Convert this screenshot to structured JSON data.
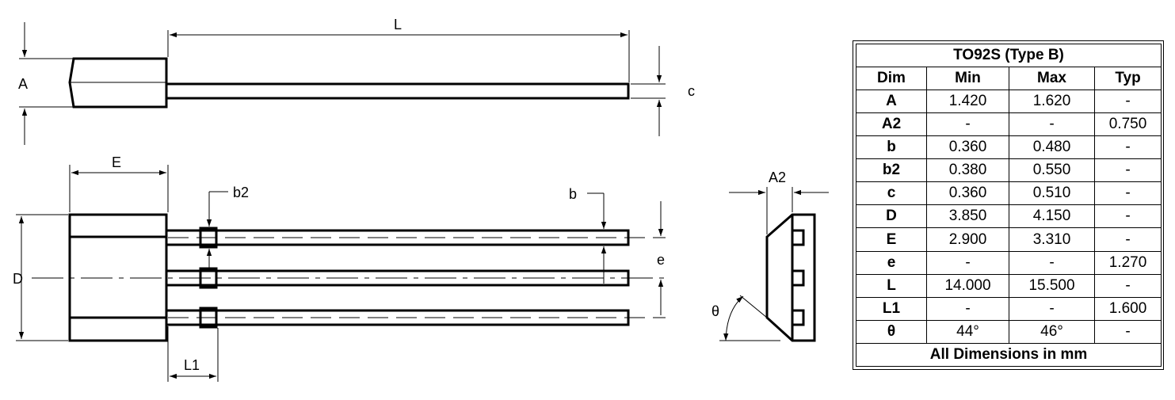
{
  "labels": {
    "L": "L",
    "A": "A",
    "c": "c",
    "E": "E",
    "D": "D",
    "b2": "b2",
    "b": "b",
    "e": "e",
    "L1": "L1",
    "A2": "A2",
    "theta": "θ"
  },
  "table": {
    "title": "TO92S (Type B)",
    "headers": [
      "Dim",
      "Min",
      "Max",
      "Typ"
    ],
    "rows": [
      [
        "A",
        "1.420",
        "1.620",
        "-"
      ],
      [
        "A2",
        "-",
        "-",
        "0.750"
      ],
      [
        "b",
        "0.360",
        "0.480",
        "-"
      ],
      [
        "b2",
        "0.380",
        "0.550",
        "-"
      ],
      [
        "c",
        "0.360",
        "0.510",
        "-"
      ],
      [
        "D",
        "3.850",
        "4.150",
        "-"
      ],
      [
        "E",
        "2.900",
        "3.310",
        "-"
      ],
      [
        "e",
        "-",
        "-",
        "1.270"
      ],
      [
        "L",
        "14.000",
        "15.500",
        "-"
      ],
      [
        "L1",
        "-",
        "-",
        "1.600"
      ],
      [
        "θ",
        "44°",
        "46°",
        "-"
      ]
    ],
    "footer": "All Dimensions in mm"
  }
}
